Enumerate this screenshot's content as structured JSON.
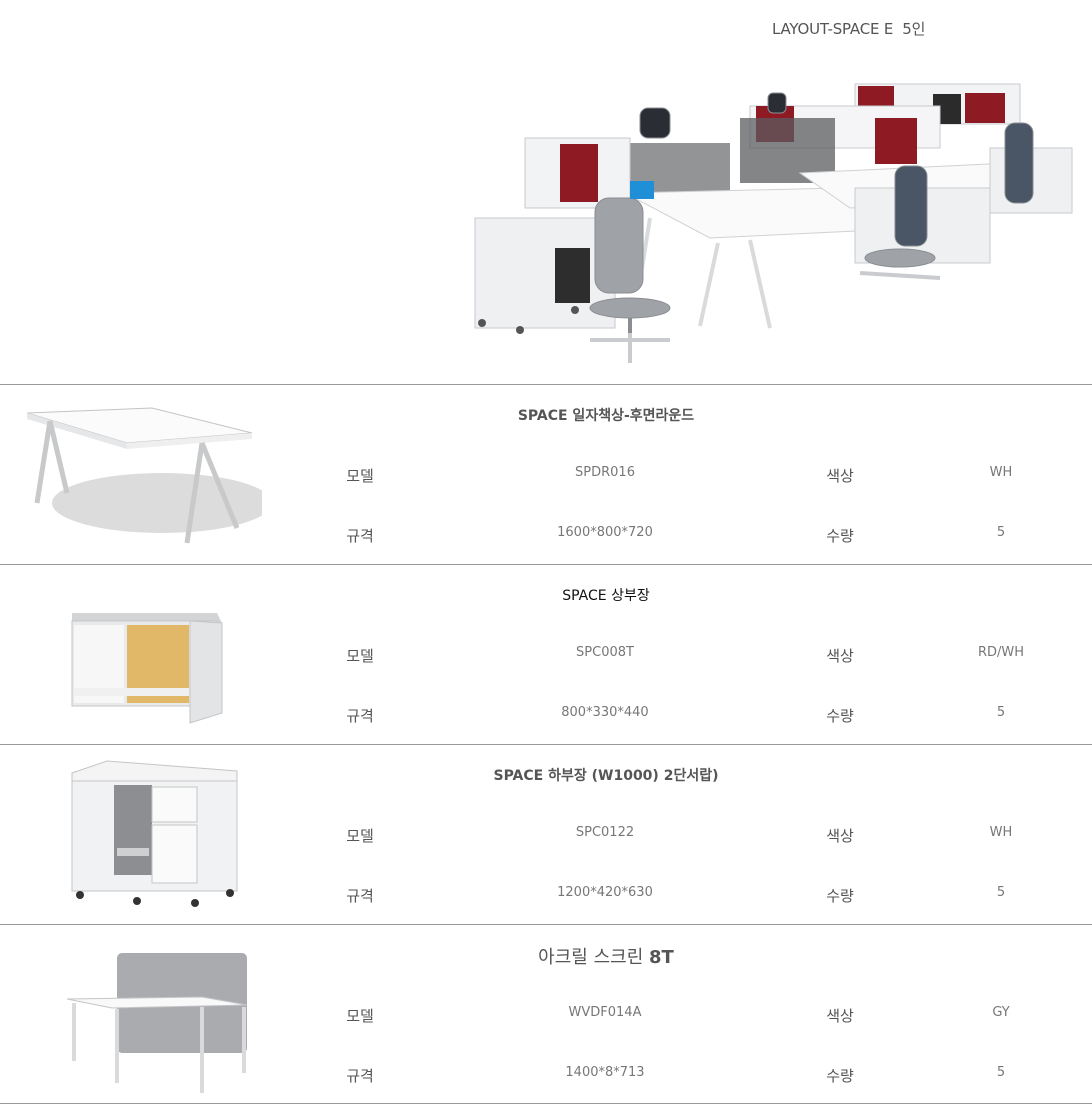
{
  "layout": {
    "title": "LAYOUT-SPACE E  5인"
  },
  "labels": {
    "model": "모델",
    "color": "색상",
    "spec": "규격",
    "qty": "수량"
  },
  "products": [
    {
      "name": "SPACE 일자책상-후면라운드",
      "model": "SPDR016",
      "color": "WH",
      "spec": "1600*800*720",
      "qty": "5"
    },
    {
      "name": "SPACE 상부장",
      "model": "SPC008T",
      "color": "RD/WH",
      "spec": "800*330*440",
      "qty": "5"
    },
    {
      "name": "SPACE 하부장 (W1000) 2단서랍)",
      "model": "SPC0122",
      "color": "WH",
      "spec": "1200*420*630",
      "qty": "5"
    },
    {
      "name_main": "아크릴 스크린",
      "name_bold": "8T",
      "model": "WVDF014A",
      "color": "GY",
      "spec": "1400*8*713",
      "qty": "5"
    }
  ],
  "colors": {
    "accent_red": "#8e1b24",
    "panel_gray": "#9a9a9a",
    "furniture_white": "#f3f4f6"
  }
}
